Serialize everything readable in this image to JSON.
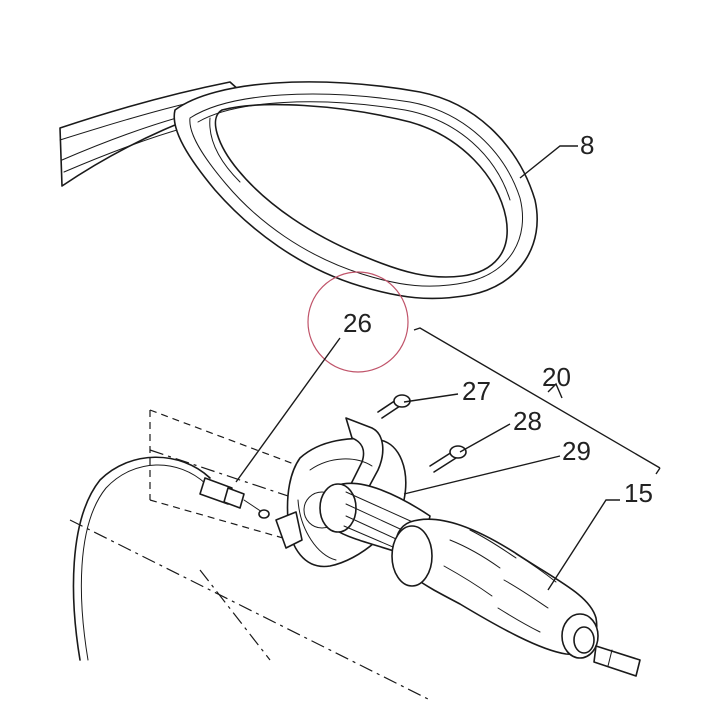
{
  "callouts": {
    "mirror": "8",
    "cable": "26",
    "screw_upper": "27",
    "screw_lower": "28",
    "throttle_assembly": "20",
    "housing": "29",
    "grip": "15"
  },
  "colors": {
    "line": "#1a1a1a",
    "highlight_circle": "#c0546a",
    "background": "#ffffff"
  }
}
